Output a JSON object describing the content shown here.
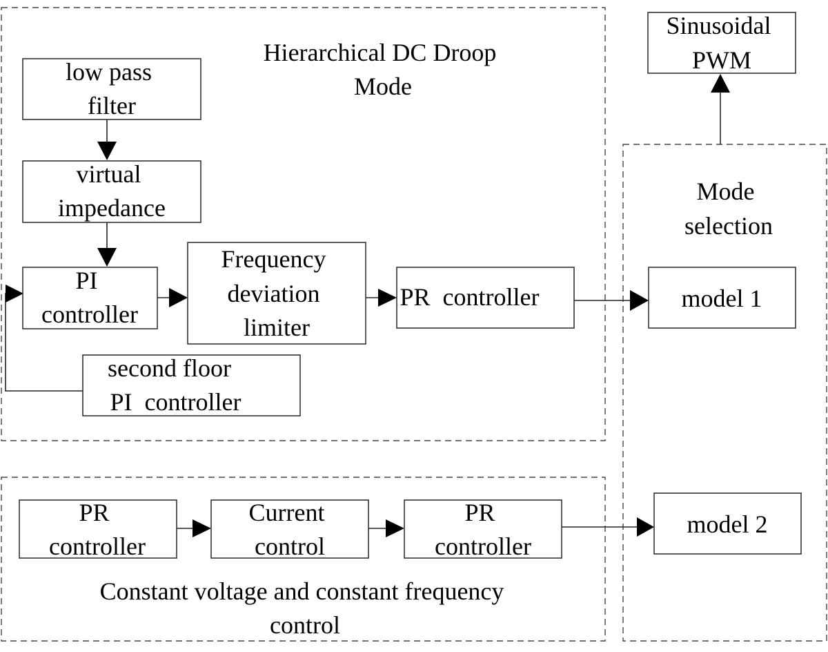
{
  "groups": {
    "droop": {
      "title": [
        "Hierarchical DC Droop",
        "Mode"
      ]
    },
    "cvcf": {
      "title": [
        "Constant voltage and constant frequency",
        "control"
      ]
    },
    "mode_selection": {
      "title": [
        "Mode",
        "selection"
      ]
    }
  },
  "blocks": {
    "low_pass_filter": [
      "low pass",
      "filter"
    ],
    "virtual_impedance": [
      "virtual",
      "impedance"
    ],
    "pi_controller": [
      "PI",
      "controller"
    ],
    "freq_dev_limiter": [
      "Frequency",
      "deviation",
      "limiter"
    ],
    "pr_controller_top": [
      "PR  controller"
    ],
    "second_floor_pi": [
      "second floor",
      "PI  controller"
    ],
    "model1": [
      "model 1"
    ],
    "model2": [
      "model 2"
    ],
    "spwm": [
      "Sinusoidal",
      "PWM"
    ],
    "pr_controller_a": [
      "PR",
      "controller"
    ],
    "current_control": [
      "Current",
      "control"
    ],
    "pr_controller_b": [
      "PR",
      "controller"
    ]
  }
}
